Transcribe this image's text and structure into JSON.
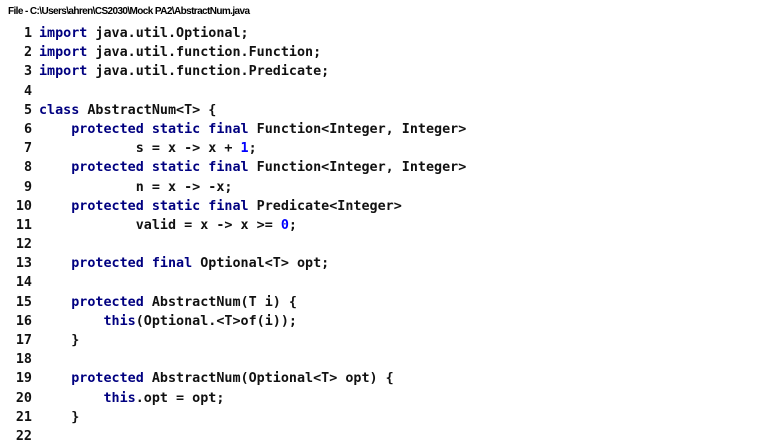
{
  "window": {
    "title": "File - C:\\Users\\ahren\\CS2030\\Mock PA2\\AbstractNum.java"
  },
  "colors": {
    "keyword": "#000080",
    "number": "#0000ff",
    "text": "#111111",
    "background": "#ffffff"
  },
  "editor": {
    "lines": [
      {
        "n": "1",
        "tokens": [
          {
            "t": "import",
            "c": "kw"
          },
          {
            "t": " java.util.Optional;"
          }
        ]
      },
      {
        "n": "2",
        "tokens": [
          {
            "t": "import",
            "c": "kw"
          },
          {
            "t": " java.util.function.Function;"
          }
        ]
      },
      {
        "n": "3",
        "tokens": [
          {
            "t": "import",
            "c": "kw"
          },
          {
            "t": " java.util.function.Predicate;"
          }
        ]
      },
      {
        "n": "4",
        "tokens": []
      },
      {
        "n": "5",
        "tokens": [
          {
            "t": "class",
            "c": "kw"
          },
          {
            "t": " AbstractNum<T> {"
          }
        ]
      },
      {
        "n": "6",
        "tokens": [
          {
            "t": "    "
          },
          {
            "t": "protected static final",
            "c": "kw"
          },
          {
            "t": " Function<Integer, Integer>"
          }
        ]
      },
      {
        "n": "7",
        "tokens": [
          {
            "t": "            s = x -> x + "
          },
          {
            "t": "1",
            "c": "num"
          },
          {
            "t": ";"
          }
        ]
      },
      {
        "n": "8",
        "tokens": [
          {
            "t": "    "
          },
          {
            "t": "protected static final",
            "c": "kw"
          },
          {
            "t": " Function<Integer, Integer>"
          }
        ]
      },
      {
        "n": "9",
        "tokens": [
          {
            "t": "            n = x -> -x;"
          }
        ]
      },
      {
        "n": "10",
        "tokens": [
          {
            "t": "    "
          },
          {
            "t": "protected static final",
            "c": "kw"
          },
          {
            "t": " Predicate<Integer>"
          }
        ]
      },
      {
        "n": "11",
        "tokens": [
          {
            "t": "            valid = x -> x >= "
          },
          {
            "t": "0",
            "c": "num"
          },
          {
            "t": ";"
          }
        ]
      },
      {
        "n": "12",
        "tokens": []
      },
      {
        "n": "13",
        "tokens": [
          {
            "t": "    "
          },
          {
            "t": "protected final",
            "c": "kw"
          },
          {
            "t": " Optional<T> opt;"
          }
        ]
      },
      {
        "n": "14",
        "tokens": []
      },
      {
        "n": "15",
        "tokens": [
          {
            "t": "    "
          },
          {
            "t": "protected",
            "c": "kw"
          },
          {
            "t": " AbstractNum(T i) {"
          }
        ]
      },
      {
        "n": "16",
        "tokens": [
          {
            "t": "        "
          },
          {
            "t": "this",
            "c": "kw"
          },
          {
            "t": "(Optional.<T>of(i));"
          }
        ]
      },
      {
        "n": "17",
        "tokens": [
          {
            "t": "    }"
          }
        ]
      },
      {
        "n": "18",
        "tokens": []
      },
      {
        "n": "19",
        "tokens": [
          {
            "t": "    "
          },
          {
            "t": "protected",
            "c": "kw"
          },
          {
            "t": " AbstractNum(Optional<T> opt) {"
          }
        ]
      },
      {
        "n": "20",
        "tokens": [
          {
            "t": "        "
          },
          {
            "t": "this",
            "c": "kw"
          },
          {
            "t": ".opt = opt;"
          }
        ]
      },
      {
        "n": "21",
        "tokens": [
          {
            "t": "    }"
          }
        ]
      },
      {
        "n": "22",
        "tokens": []
      }
    ]
  }
}
